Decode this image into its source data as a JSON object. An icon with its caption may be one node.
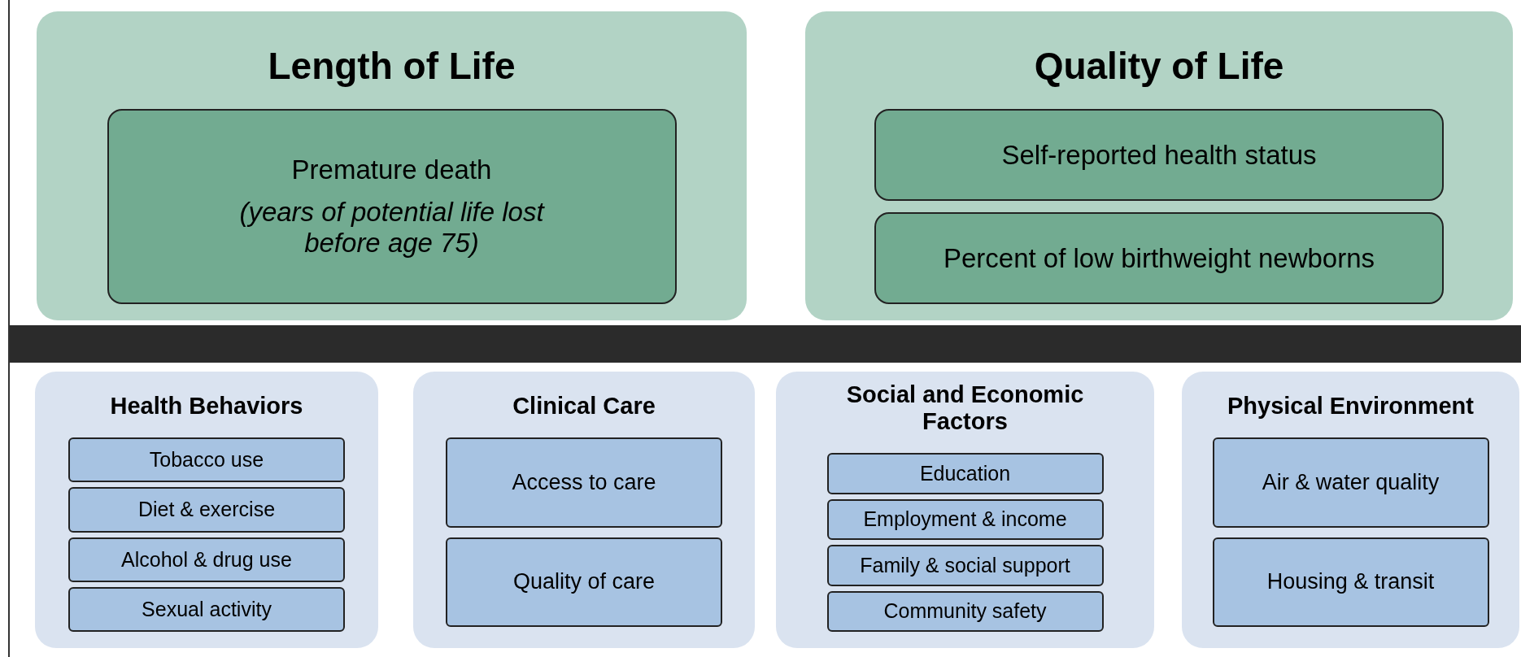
{
  "diagram": {
    "nodes": [
      {
        "text": [
          "Length of Life"
        ]
      },
      {
        "text": [
          "Premature death",
          "(years of potential life lost before age 75)"
        ],
        "in": 0
      },
      {
        "text": [
          "Quality of Life"
        ]
      },
      {
        "text": [
          "Self-reported health status"
        ],
        "in": 2
      },
      {
        "text": [
          "Percent of low birthweight newborns"
        ],
        "in": 2
      },
      {
        "text": [],
        "shape": "bar"
      },
      {
        "text": [
          "Health Behaviors"
        ]
      },
      {
        "text": [
          "Tobacco use"
        ],
        "in": 6
      },
      {
        "text": [
          "Diet & exercise"
        ],
        "in": 6
      },
      {
        "text": [
          "Alcohol & drug use"
        ],
        "in": 6
      },
      {
        "text": [
          "Sexual activity"
        ],
        "in": 6
      },
      {
        "text": [
          "Clinical Care"
        ]
      },
      {
        "text": [
          "Access to care"
        ],
        "in": 11
      },
      {
        "text": [
          "Quality of care"
        ],
        "in": 11
      },
      {
        "text": [
          "Social and Economic Factors"
        ]
      },
      {
        "text": [
          "Education"
        ],
        "in": 14
      },
      {
        "text": [
          "Employment & income"
        ],
        "in": 14
      },
      {
        "text": [
          "Family & social support"
        ],
        "in": 14
      },
      {
        "text": [
          "Community safety"
        ],
        "in": 14
      },
      {
        "text": [
          "Physical Environment"
        ]
      },
      {
        "text": [
          "Air & water quality"
        ],
        "in": 19
      },
      {
        "text": [
          "Housing & transit"
        ],
        "in": 19
      }
    ],
    "edges": []
  }
}
